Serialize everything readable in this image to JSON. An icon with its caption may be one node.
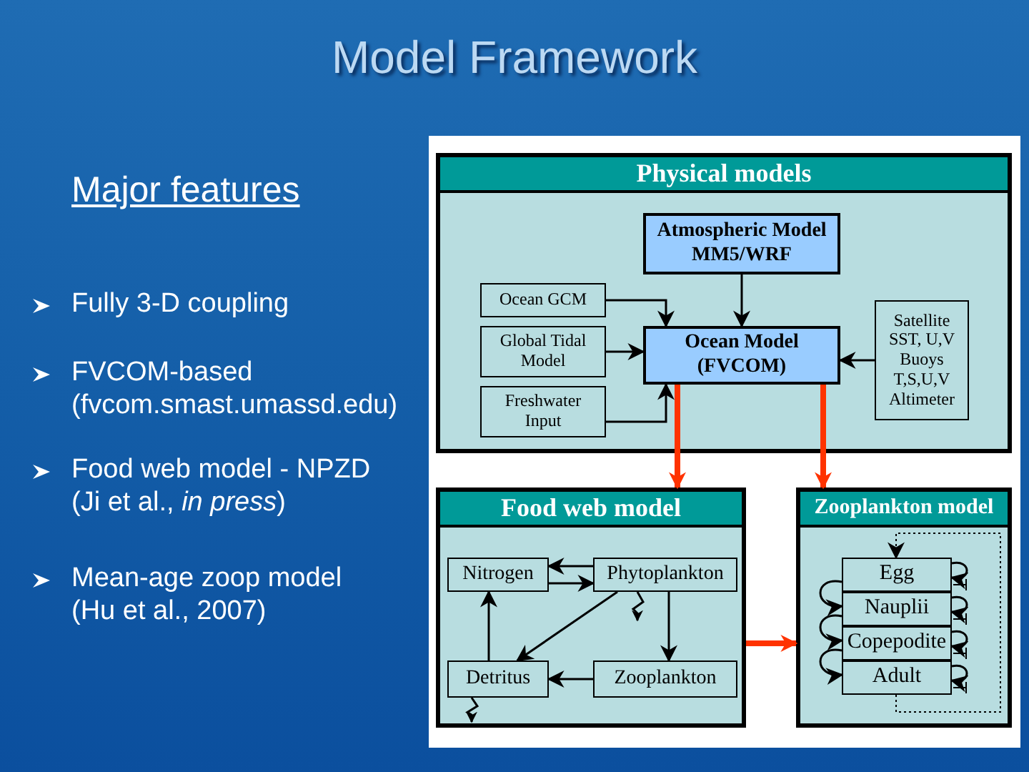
{
  "diagram": {
    "title": "Model Framework",
    "nodes": [
      {
        "text": [
          "Physical models"
        ]
      },
      {
        "text": [
          "Atmospheric Model MM5/WRF"
        ],
        "in": 0
      },
      {
        "text": [
          "Ocean GCM"
        ],
        "in": 0
      },
      {
        "text": [
          "Global Tidal Model"
        ],
        "in": 0
      },
      {
        "text": [
          "Ocean Model (FVCOM)"
        ],
        "in": 0
      },
      {
        "text": [
          "Freshwater Input"
        ],
        "in": 0
      },
      {
        "text": [
          "Satellite SST, U,V Buoys T,S,U,V Altimeter"
        ],
        "in": 0
      },
      {
        "text": [
          "Food web model"
        ]
      },
      {
        "text": [
          "Nitrogen"
        ],
        "in": 7
      },
      {
        "text": [
          "Phytoplankton"
        ],
        "in": 7
      },
      {
        "text": [
          "Detritus"
        ],
        "in": 7
      },
      {
        "text": [
          "Zooplankton"
        ],
        "in": 7
      },
      {
        "text": [
          "Zooplankton model"
        ]
      },
      {
        "text": [
          "Egg"
        ],
        "in": 12
      },
      {
        "text": [
          "Nauplii"
        ],
        "in": 12
      },
      {
        "text": [
          "Copepodite"
        ],
        "in": 12
      },
      {
        "text": [
          "Adult"
        ],
        "in": 12
      }
    ],
    "edges": [
      {
        "from": 1,
        "to": 4,
        "arrow": "to"
      },
      {
        "from": 2,
        "to": 4,
        "arrow": "to"
      },
      {
        "from": 3,
        "to": 4,
        "arrow": "to"
      },
      {
        "from": 5,
        "to": 4,
        "arrow": "to"
      },
      {
        "from": 6,
        "to": 4,
        "arrow": "to"
      },
      {
        "from": 4,
        "to": 7,
        "arrow": "to",
        "style": "thick",
        "color": "#ff3300"
      },
      {
        "from": 4,
        "to": 12,
        "arrow": "to",
        "style": "thick",
        "color": "#ff3300"
      },
      {
        "from": 7,
        "to": 12,
        "arrow": "to",
        "style": "thick",
        "color": "#ff3300"
      },
      {
        "from": 9,
        "to": 8,
        "arrow": "to"
      },
      {
        "from": 8,
        "to": 9,
        "arrow": "to"
      },
      {
        "from": 9,
        "to": 10,
        "arrow": "to"
      },
      {
        "from": 9,
        "to": 11,
        "arrow": "to"
      },
      {
        "from": 11,
        "to": 10,
        "arrow": "to"
      },
      {
        "from": 10,
        "to": 8,
        "arrow": "to"
      },
      {
        "from": 9,
        "to": null,
        "arrow": "to"
      },
      {
        "from": 10,
        "to": null,
        "arrow": "to"
      },
      {
        "from": 13,
        "to": 14,
        "arrow": "to"
      },
      {
        "from": 14,
        "to": 15,
        "arrow": "to"
      },
      {
        "from": 15,
        "to": 16,
        "arrow": "to"
      },
      {
        "from": 13,
        "to": 13,
        "arrow": "to"
      },
      {
        "from": 14,
        "to": 14,
        "arrow": "to"
      },
      {
        "from": 15,
        "to": 15,
        "arrow": "to"
      },
      {
        "from": 16,
        "to": 16,
        "arrow": "to"
      },
      {
        "from": 16,
        "to": 13,
        "arrow": "to",
        "style": "dashed"
      }
    ],
    "labels": [
      "Major features",
      "Fully 3-D coupling",
      "FVCOM-based (fvcom.smast.umassd.edu)",
      "Food web model - NPZD (Ji et al., *in press*)",
      "Mean-age zoop model (Hu et al., 2007)"
    ]
  }
}
